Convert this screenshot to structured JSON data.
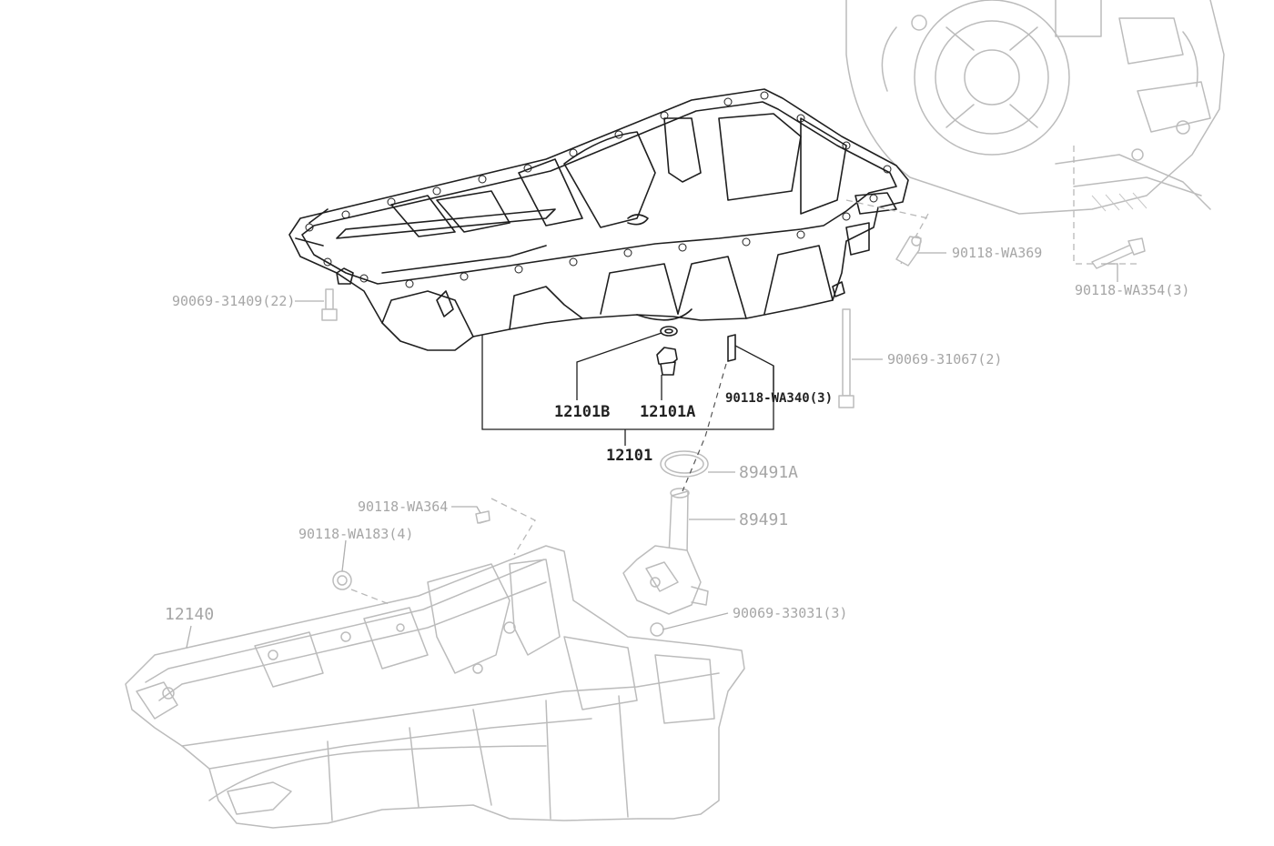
{
  "callouts": {
    "c12101": "12101",
    "c12101A": "12101A",
    "c12101B": "12101B",
    "c90118_WA340": "90118-WA340(3)",
    "c90069_31409": "90069-31409(22)",
    "c90118_WA369": "90118-WA369",
    "c90118_WA354": "90118-WA354(3)",
    "c90069_31067": "90069-31067(2)",
    "c89491A": "89491A",
    "c89491": "89491",
    "c90118_WA364": "90118-WA364",
    "c90118_WA183": "90118-WA183(4)",
    "c12140": "12140",
    "c90069_33031": "90069-33031(3)"
  },
  "colors": {
    "primary_ink": "#1f1f1f",
    "ghost_ink": "#bcbcbc",
    "ghost_label": "#a6a6a6"
  }
}
